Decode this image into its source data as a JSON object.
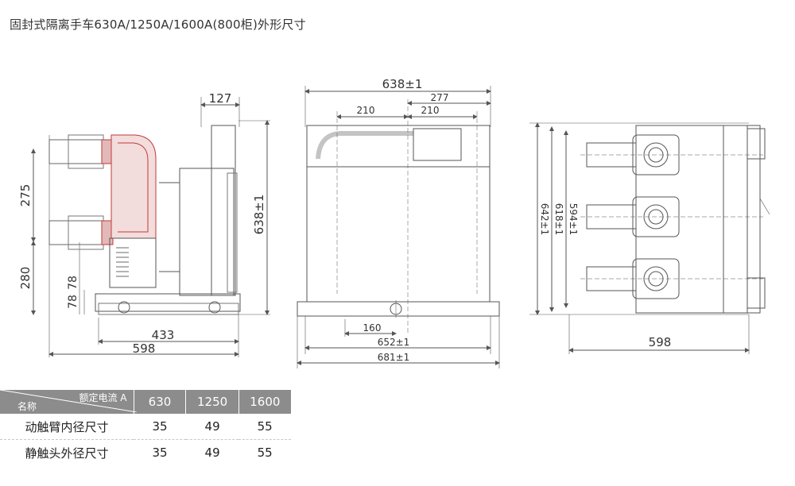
{
  "title": "固封式隔离手车630A/1250A/1600A(800柜)外形尺寸",
  "dimensions": {
    "side": {
      "top_width": "127",
      "height_638": "638±1",
      "h275": "275",
      "h280": "280",
      "h78a": "78",
      "h78b": "78",
      "w433": "433",
      "w598": "598"
    },
    "front": {
      "w638": "638±1",
      "w277": "277",
      "w210a": "210",
      "w210b": "210",
      "w160": "160",
      "w652": "652±1",
      "w681": "681±1"
    },
    "top": {
      "h594": "594±1",
      "h618": "618±1",
      "h642": "642±1",
      "w598": "598"
    }
  },
  "table": {
    "corner_top": "额定电流 A",
    "corner_bottom": "名称",
    "columns": [
      "630",
      "1250",
      "1600"
    ],
    "rows": [
      {
        "name": "动触臂内径尺寸",
        "values": [
          "35",
          "49",
          "55"
        ]
      },
      {
        "name": "静触头外径尺寸",
        "values": [
          "35",
          "49",
          "55"
        ]
      }
    ]
  },
  "colors": {
    "line": "#555555",
    "header_bg": "#8c8c8c",
    "red_part": "#c23a3a"
  }
}
